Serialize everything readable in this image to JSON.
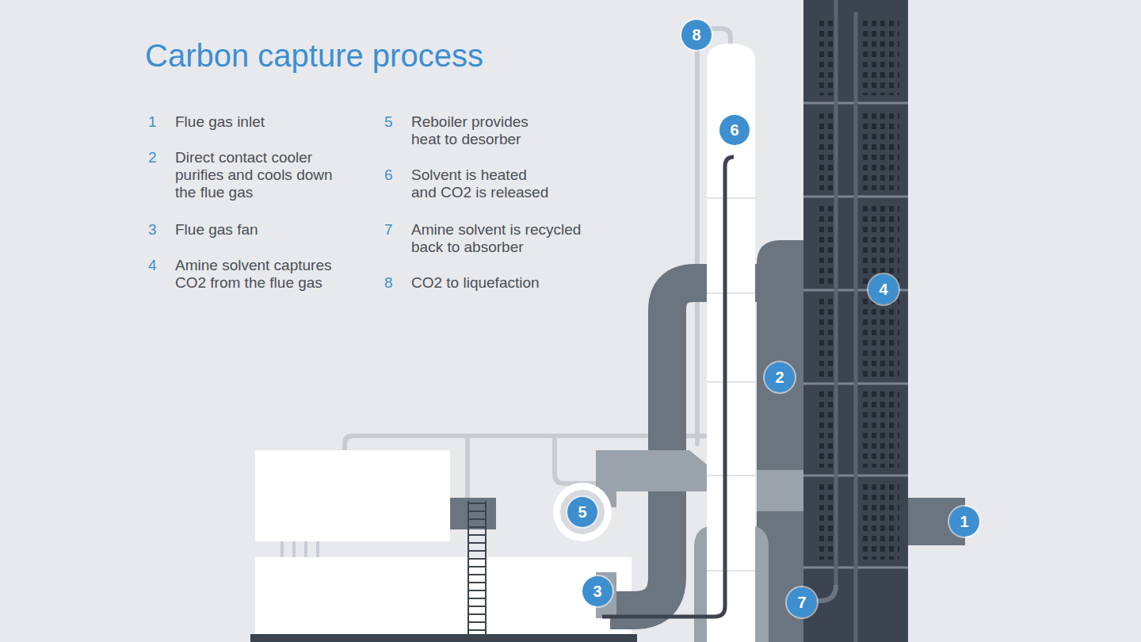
{
  "diagram": {
    "title": "Carbon capture process",
    "nodes": [
      {
        "text": [
          "1"
        ]
      },
      {
        "text": [
          "2"
        ]
      },
      {
        "text": [
          "3"
        ]
      },
      {
        "text": [
          "4"
        ]
      },
      {
        "text": [
          "5"
        ]
      },
      {
        "text": [
          "6"
        ]
      },
      {
        "text": [
          "7"
        ]
      },
      {
        "text": [
          "8"
        ]
      }
    ],
    "labels": [
      "1",
      "Flue gas inlet",
      "2",
      "Direct contact cooler purifies and cools down the flue gas",
      "3",
      "Flue gas fan",
      "4",
      "Amine solvent captures CO2 from the flue gas",
      "5",
      "Reboiler provides heat to desorber",
      "6",
      "Solvent is heated and CO2 is released",
      "7",
      "Amine solvent is recycled back to absorber",
      "8",
      "CO2 to liquefaction"
    ]
  }
}
